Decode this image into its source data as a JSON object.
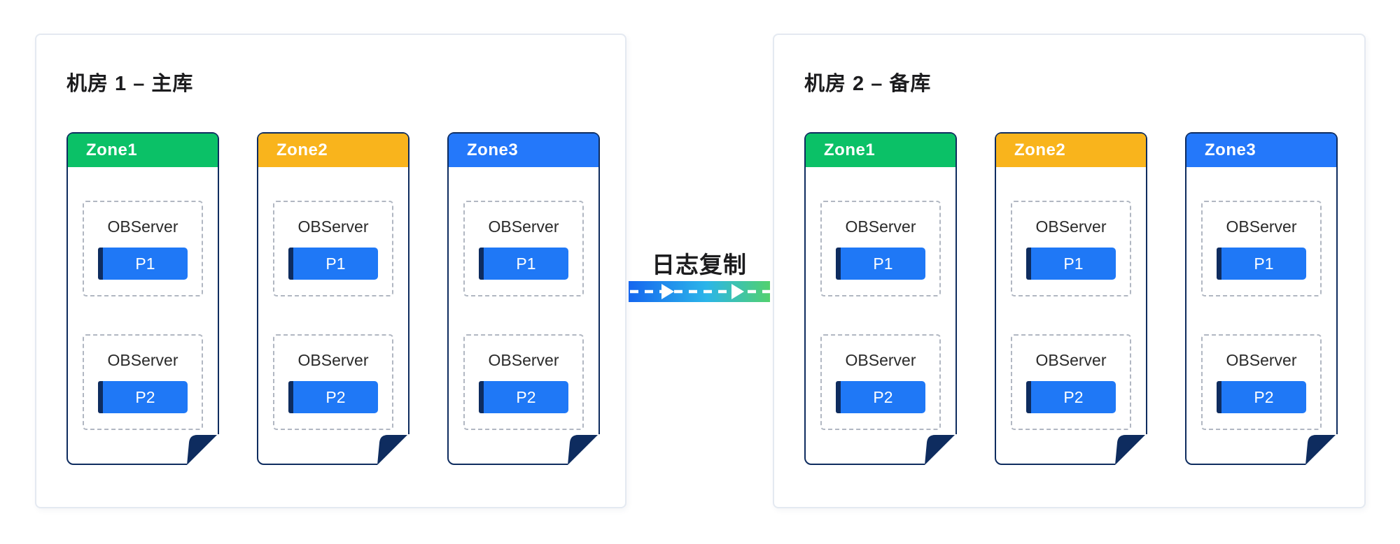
{
  "datacenters": [
    {
      "title": "机房 1 – 主库",
      "zones": [
        {
          "label": "Zone1",
          "color": "#0bc167",
          "servers": [
            {
              "name": "OBServer",
              "partition": "P1"
            },
            {
              "name": "OBServer",
              "partition": "P2"
            }
          ]
        },
        {
          "label": "Zone2",
          "color": "#f9b41c",
          "servers": [
            {
              "name": "OBServer",
              "partition": "P1"
            },
            {
              "name": "OBServer",
              "partition": "P2"
            }
          ]
        },
        {
          "label": "Zone3",
          "color": "#2478fa",
          "servers": [
            {
              "name": "OBServer",
              "partition": "P1"
            },
            {
              "name": "OBServer",
              "partition": "P2"
            }
          ]
        }
      ]
    },
    {
      "title": "机房 2 – 备库",
      "zones": [
        {
          "label": "Zone1",
          "color": "#0bc167",
          "servers": [
            {
              "name": "OBServer",
              "partition": "P1"
            },
            {
              "name": "OBServer",
              "partition": "P2"
            }
          ]
        },
        {
          "label": "Zone2",
          "color": "#f9b41c",
          "servers": [
            {
              "name": "OBServer",
              "partition": "P1"
            },
            {
              "name": "OBServer",
              "partition": "P2"
            }
          ]
        },
        {
          "label": "Zone3",
          "color": "#2478fa",
          "servers": [
            {
              "name": "OBServer",
              "partition": "P1"
            },
            {
              "name": "OBServer",
              "partition": "P2"
            }
          ]
        }
      ]
    }
  ],
  "replication": {
    "label": "日志复制",
    "gradient_start": "#1566ef",
    "gradient_mid": "#2bb5e9",
    "gradient_end": "#52d16e"
  },
  "colors": {
    "navy": "#0e2c5f",
    "partition": "#1f78f6",
    "dash": "#b1b7c2",
    "panel_border": "#e4e9f1",
    "title": "#1c1c1e",
    "zone_text": "#ffffff",
    "observer_text": "#2a2a2a"
  }
}
